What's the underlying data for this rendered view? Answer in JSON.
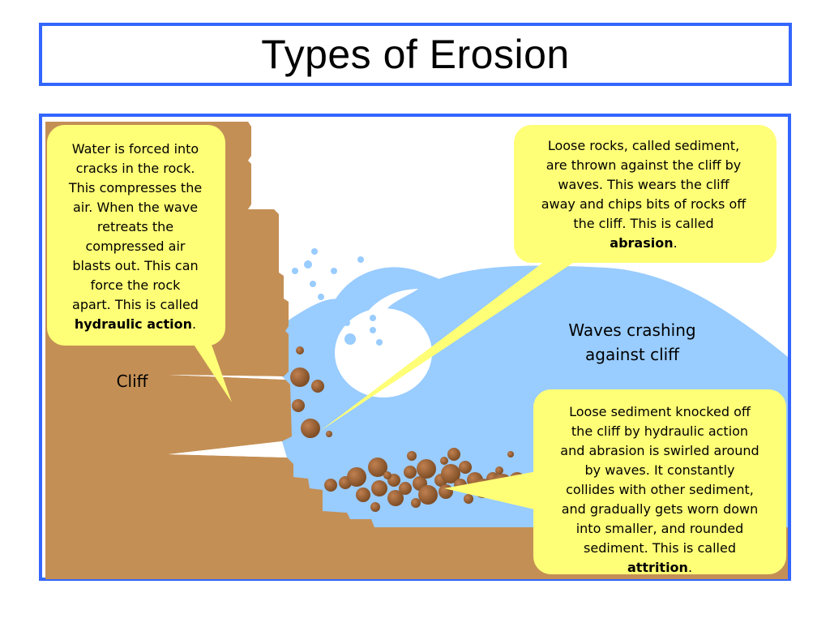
{
  "title": "Types of Erosion",
  "colors": {
    "frame": "#3366ff",
    "rock": "#c48f55",
    "water": "#99ccff",
    "callout": "#ffff77",
    "sediment": "#8b5a30"
  },
  "labels": {
    "cliff": "Cliff",
    "waves_line1": "Waves crashing",
    "waves_line2": "against cliff"
  },
  "callouts": {
    "hydraulic": {
      "lines": [
        "Water is forced into",
        "cracks in the rock.",
        "This compresses the",
        "air.  When the wave",
        "retreats the",
        "compressed air",
        "blasts out.  This can",
        "force the rock",
        "apart.  This is called"
      ],
      "term": "hydraulic action",
      "suffix": "."
    },
    "abrasion": {
      "lines": [
        "Loose rocks, called sediment,",
        "are thrown against the cliff by",
        "waves.  This wears the cliff",
        "away and chips bits of rocks off",
        "the cliff.  This is called"
      ],
      "term": "abrasion",
      "suffix": "."
    },
    "attrition": {
      "lines": [
        "Loose sediment knocked off",
        "the cliff by hydraulic action",
        "and abrasion is swirled around",
        "by waves.  It constantly",
        "collides with other sediment,",
        "and gradually gets worn down",
        "into smaller, and rounded",
        "sediment.  This is called"
      ],
      "term": "attrition",
      "suffix": "."
    }
  }
}
